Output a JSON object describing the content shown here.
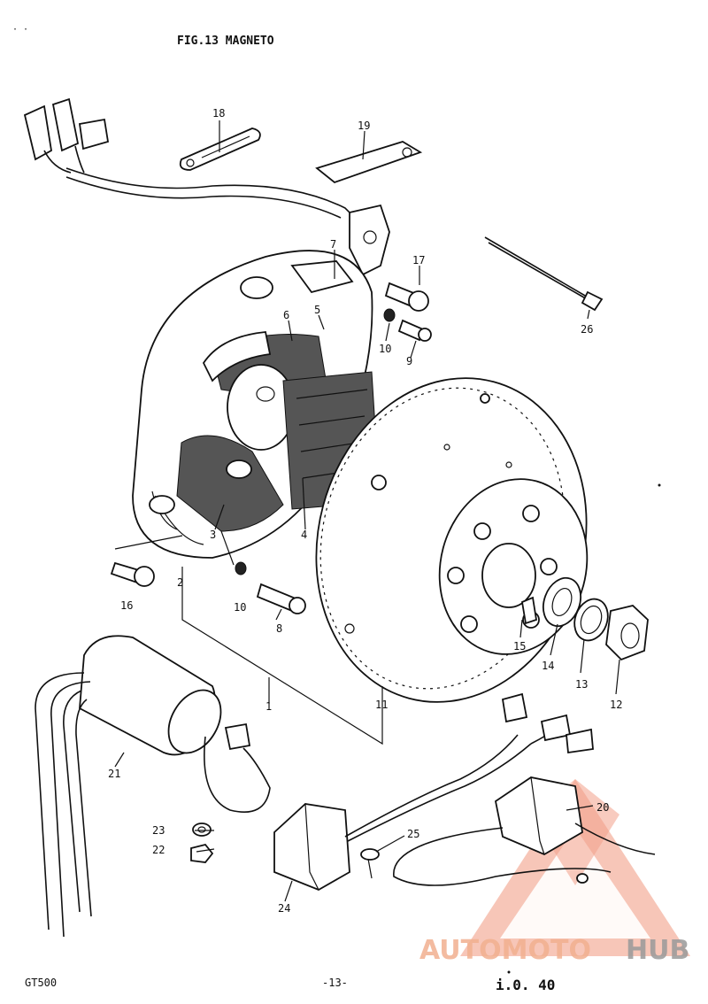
{
  "figure": {
    "title": "FIG.13  MAGNETO",
    "model": "GT500",
    "page": "-13-",
    "handnote": "i.0. 40"
  },
  "watermark": {
    "part1": "AUTOMOTO",
    "part2": "HUB",
    "color_accent": "#f2a08a",
    "color_gray": "#9a9a9a"
  },
  "callouts": [
    {
      "id": "18",
      "label": "18"
    },
    {
      "id": "19",
      "label": "19"
    },
    {
      "id": "7",
      "label": "7"
    },
    {
      "id": "17",
      "label": "17"
    },
    {
      "id": "6",
      "label": "6"
    },
    {
      "id": "5",
      "label": "5"
    },
    {
      "id": "10a",
      "label": "10"
    },
    {
      "id": "9",
      "label": "9"
    },
    {
      "id": "26",
      "label": "26"
    },
    {
      "id": "3",
      "label": "3"
    },
    {
      "id": "4",
      "label": "4"
    },
    {
      "id": "2",
      "label": "2"
    },
    {
      "id": "16",
      "label": "16"
    },
    {
      "id": "10b",
      "label": "10"
    },
    {
      "id": "8",
      "label": "8"
    },
    {
      "id": "1",
      "label": "1"
    },
    {
      "id": "11",
      "label": "11"
    },
    {
      "id": "15",
      "label": "15"
    },
    {
      "id": "14",
      "label": "14"
    },
    {
      "id": "13",
      "label": "13"
    },
    {
      "id": "12",
      "label": "12"
    },
    {
      "id": "21",
      "label": "21"
    },
    {
      "id": "20",
      "label": "20"
    },
    {
      "id": "23",
      "label": "23"
    },
    {
      "id": "22",
      "label": "22"
    },
    {
      "id": "25",
      "label": "25"
    },
    {
      "id": "24",
      "label": "24"
    }
  ]
}
